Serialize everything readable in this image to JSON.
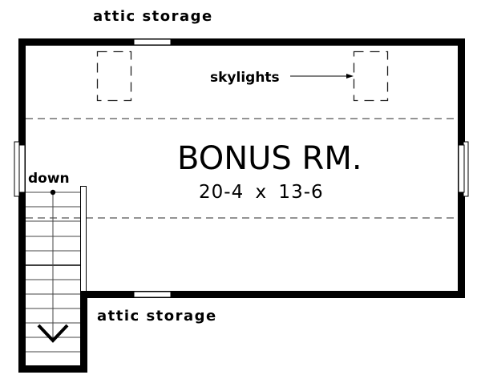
{
  "plan": {
    "title": "BONUS RM.",
    "dimensions": "20-4 x 13-6",
    "labels": {
      "attic_top": "attic storage",
      "attic_bottom": "attic storage",
      "skylights": "skylights",
      "stairs": "down"
    },
    "colors": {
      "wall": "#000000",
      "background": "#ffffff",
      "dash": "#555555"
    },
    "elements": {
      "skylights_count": 2,
      "windows_count": 2,
      "attic_openings_count": 2,
      "stair_treads": 12
    }
  }
}
